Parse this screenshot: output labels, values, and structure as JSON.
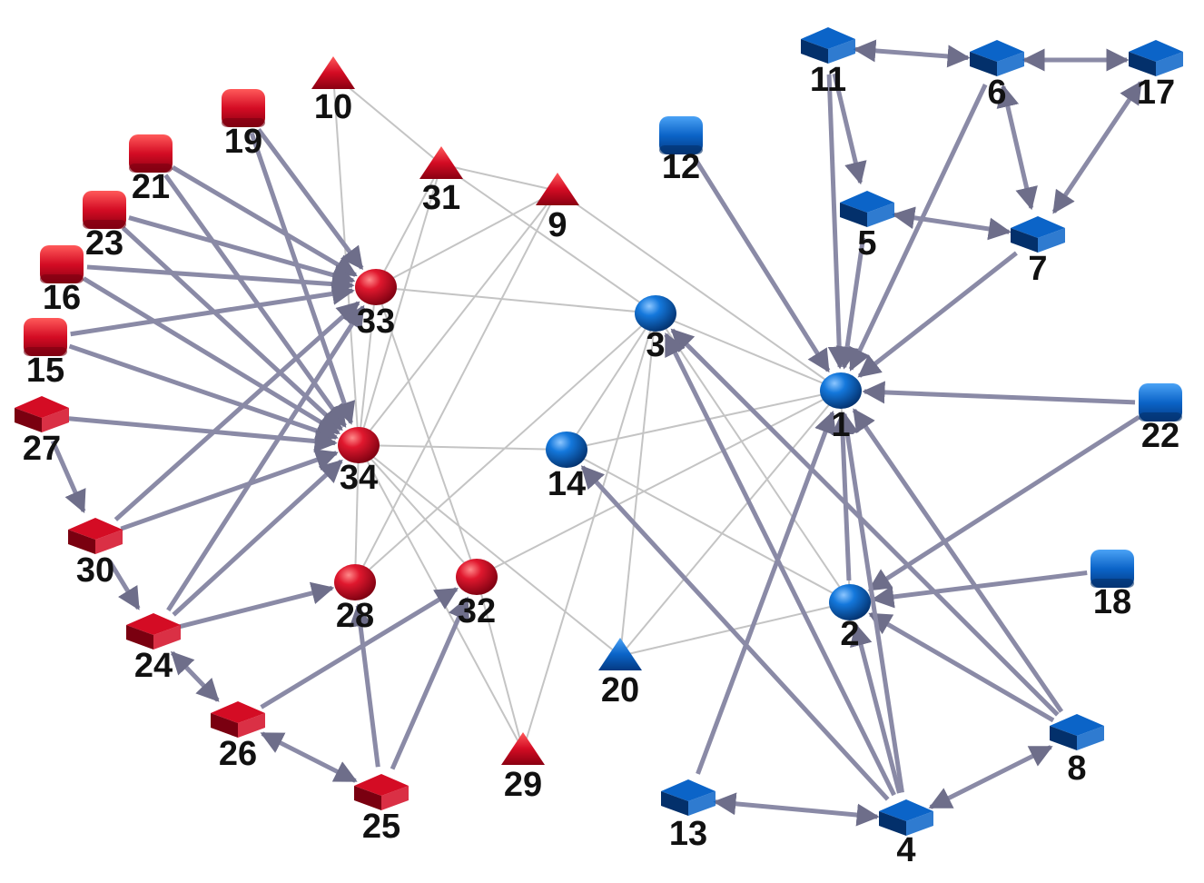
{
  "palette": {
    "red": "#d40c24",
    "red_dark": "#7a0010",
    "blue": "#0b64c8",
    "blue_dark": "#03306b",
    "edge_thick": "#8a8aa6",
    "edge_thin": "#c4c4c4"
  },
  "nodes": [
    {
      "id": "1",
      "label": "1",
      "group": "blue",
      "shape": "sphere"
    },
    {
      "id": "2",
      "label": "2",
      "group": "blue",
      "shape": "sphere"
    },
    {
      "id": "3",
      "label": "3",
      "group": "blue",
      "shape": "sphere"
    },
    {
      "id": "4",
      "label": "4",
      "group": "blue",
      "shape": "cube"
    },
    {
      "id": "5",
      "label": "5",
      "group": "blue",
      "shape": "cube"
    },
    {
      "id": "6",
      "label": "6",
      "group": "blue",
      "shape": "cube"
    },
    {
      "id": "7",
      "label": "7",
      "group": "blue",
      "shape": "cube"
    },
    {
      "id": "8",
      "label": "8",
      "group": "blue",
      "shape": "cube"
    },
    {
      "id": "9",
      "label": "9",
      "group": "red",
      "shape": "triangle"
    },
    {
      "id": "10",
      "label": "10",
      "group": "red",
      "shape": "triangle"
    },
    {
      "id": "11",
      "label": "11",
      "group": "blue",
      "shape": "cube"
    },
    {
      "id": "12",
      "label": "12",
      "group": "blue",
      "shape": "cylinder"
    },
    {
      "id": "13",
      "label": "13",
      "group": "blue",
      "shape": "cube"
    },
    {
      "id": "14",
      "label": "14",
      "group": "blue",
      "shape": "sphere"
    },
    {
      "id": "15",
      "label": "15",
      "group": "red",
      "shape": "cylinder"
    },
    {
      "id": "16",
      "label": "16",
      "group": "red",
      "shape": "cylinder"
    },
    {
      "id": "17",
      "label": "17",
      "group": "blue",
      "shape": "cube"
    },
    {
      "id": "18",
      "label": "18",
      "group": "blue",
      "shape": "cylinder"
    },
    {
      "id": "19",
      "label": "19",
      "group": "red",
      "shape": "cylinder"
    },
    {
      "id": "20",
      "label": "20",
      "group": "blue",
      "shape": "triangle"
    },
    {
      "id": "21",
      "label": "21",
      "group": "red",
      "shape": "cylinder"
    },
    {
      "id": "22",
      "label": "22",
      "group": "blue",
      "shape": "cylinder"
    },
    {
      "id": "23",
      "label": "23",
      "group": "red",
      "shape": "cylinder"
    },
    {
      "id": "24",
      "label": "24",
      "group": "red",
      "shape": "cube"
    },
    {
      "id": "25",
      "label": "25",
      "group": "red",
      "shape": "cube"
    },
    {
      "id": "26",
      "label": "26",
      "group": "red",
      "shape": "cube"
    },
    {
      "id": "27",
      "label": "27",
      "group": "red",
      "shape": "cube"
    },
    {
      "id": "28",
      "label": "28",
      "group": "red",
      "shape": "sphere"
    },
    {
      "id": "29",
      "label": "29",
      "group": "red",
      "shape": "triangle"
    },
    {
      "id": "30",
      "label": "30",
      "group": "red",
      "shape": "cube"
    },
    {
      "id": "31",
      "label": "31",
      "group": "red",
      "shape": "triangle"
    },
    {
      "id": "32",
      "label": "32",
      "group": "red",
      "shape": "sphere"
    },
    {
      "id": "33",
      "label": "33",
      "group": "red",
      "shape": "sphere"
    },
    {
      "id": "34",
      "label": "34",
      "group": "red",
      "shape": "sphere"
    }
  ],
  "edges_directed": [
    [
      "12",
      "1"
    ],
    [
      "11",
      "5"
    ],
    [
      "6",
      "1"
    ],
    [
      "11",
      "1"
    ],
    [
      "5",
      "1"
    ],
    [
      "7",
      "1"
    ],
    [
      "22",
      "1"
    ],
    [
      "18",
      "2"
    ],
    [
      "22",
      "2"
    ],
    [
      "13",
      "1"
    ],
    [
      "8",
      "1"
    ],
    [
      "8",
      "2"
    ],
    [
      "8",
      "3"
    ],
    [
      "4",
      "1"
    ],
    [
      "4",
      "2"
    ],
    [
      "4",
      "3"
    ],
    [
      "4",
      "14"
    ],
    [
      "2",
      "1"
    ],
    [
      "21",
      "33"
    ],
    [
      "21",
      "34"
    ],
    [
      "19",
      "33"
    ],
    [
      "19",
      "34"
    ],
    [
      "23",
      "33"
    ],
    [
      "23",
      "34"
    ],
    [
      "16",
      "33"
    ],
    [
      "16",
      "34"
    ],
    [
      "15",
      "33"
    ],
    [
      "15",
      "34"
    ],
    [
      "27",
      "34"
    ],
    [
      "27",
      "30"
    ],
    [
      "30",
      "24"
    ],
    [
      "30",
      "33"
    ],
    [
      "30",
      "34"
    ],
    [
      "24",
      "33"
    ],
    [
      "24",
      "34"
    ],
    [
      "24",
      "28"
    ],
    [
      "26",
      "32"
    ],
    [
      "25",
      "28"
    ],
    [
      "25",
      "32"
    ]
  ],
  "edges_bidirectional": [
    [
      "11",
      "6"
    ],
    [
      "6",
      "17"
    ],
    [
      "6",
      "7"
    ],
    [
      "17",
      "7"
    ],
    [
      "5",
      "7"
    ],
    [
      "24",
      "26"
    ],
    [
      "26",
      "25"
    ],
    [
      "13",
      "4"
    ],
    [
      "4",
      "8"
    ]
  ],
  "edges_plain": [
    [
      "10",
      "34"
    ],
    [
      "10",
      "31"
    ],
    [
      "31",
      "33"
    ],
    [
      "31",
      "34"
    ],
    [
      "31",
      "3"
    ],
    [
      "31",
      "9"
    ],
    [
      "9",
      "33"
    ],
    [
      "9",
      "34"
    ],
    [
      "9",
      "1"
    ],
    [
      "9",
      "28"
    ],
    [
      "33",
      "3"
    ],
    [
      "33",
      "34"
    ],
    [
      "34",
      "14"
    ],
    [
      "34",
      "28"
    ],
    [
      "34",
      "32"
    ],
    [
      "34",
      "20"
    ],
    [
      "34",
      "29"
    ],
    [
      "33",
      "32"
    ],
    [
      "3",
      "1"
    ],
    [
      "3",
      "14"
    ],
    [
      "3",
      "2"
    ],
    [
      "3",
      "28"
    ],
    [
      "3",
      "29"
    ],
    [
      "3",
      "20"
    ],
    [
      "14",
      "1"
    ],
    [
      "14",
      "2"
    ],
    [
      "20",
      "2"
    ],
    [
      "20",
      "1"
    ],
    [
      "32",
      "1"
    ],
    [
      "1",
      "2"
    ],
    [
      "29",
      "32"
    ]
  ]
}
